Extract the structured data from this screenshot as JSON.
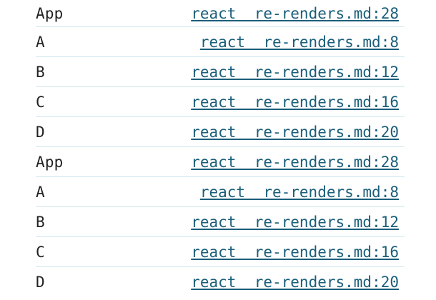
{
  "console": {
    "rows": [
      {
        "message": "App",
        "source": "react  re-renders.md:28"
      },
      {
        "message": "A",
        "source": "react  re-renders.md:8"
      },
      {
        "message": "B",
        "source": "react  re-renders.md:12"
      },
      {
        "message": "C",
        "source": "react  re-renders.md:16"
      },
      {
        "message": "D",
        "source": "react  re-renders.md:20"
      },
      {
        "message": "App",
        "source": "react  re-renders.md:28"
      },
      {
        "message": "A",
        "source": "react  re-renders.md:8"
      },
      {
        "message": "B",
        "source": "react  re-renders.md:12"
      },
      {
        "message": "C",
        "source": "react  re-renders.md:16"
      },
      {
        "message": "D",
        "source": "react  re-renders.md:20"
      }
    ]
  },
  "colors": {
    "link": "#1a5e7a",
    "text": "#222222",
    "divider": "#cfe6ef"
  }
}
